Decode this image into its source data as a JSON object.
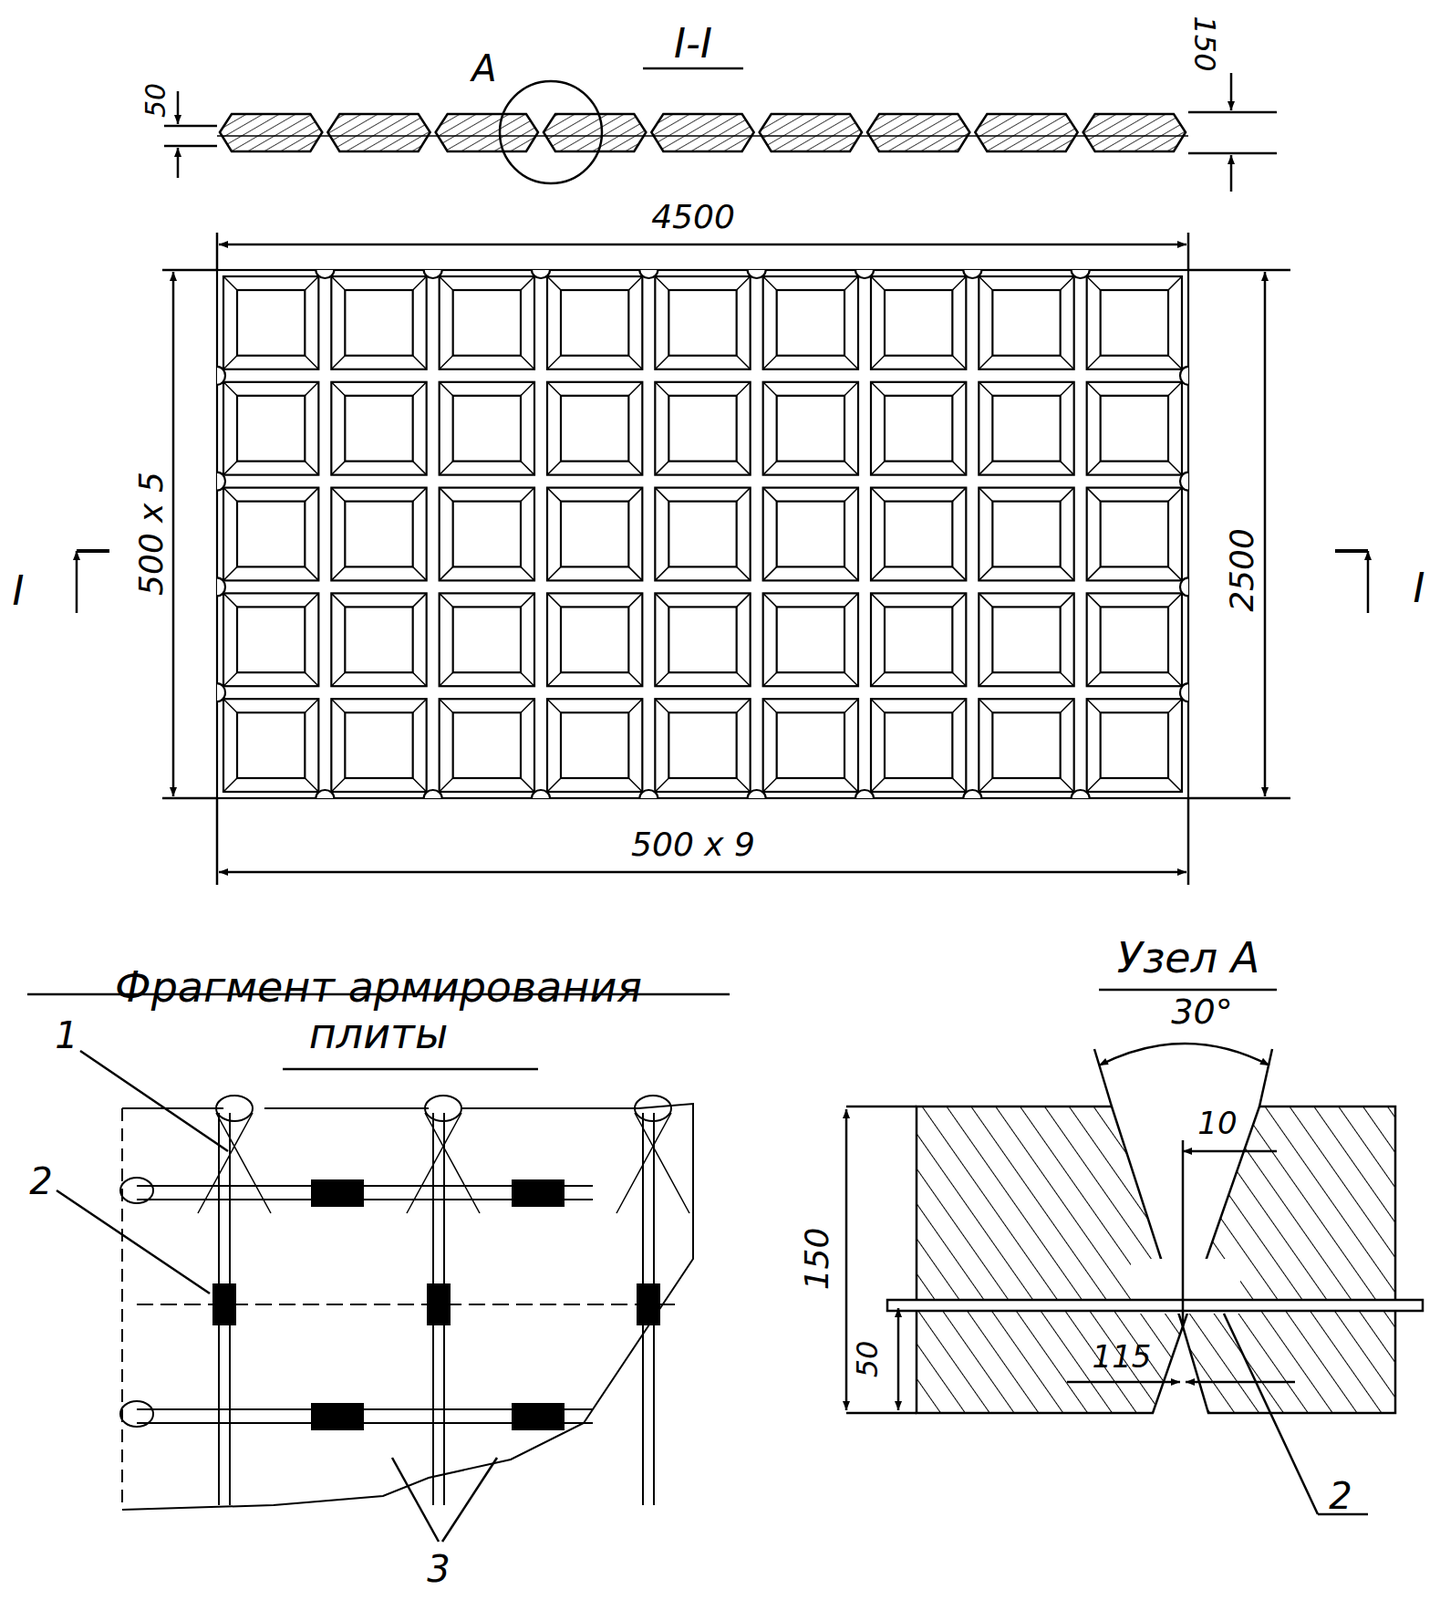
{
  "diagram": {
    "labels": [
      "I-I",
      "A",
      "50",
      "150",
      "4500",
      "500 x 5",
      "2500",
      "I",
      "I",
      "500 x 9",
      "Фрагмент армирования плиты",
      "Узел А",
      "1",
      "2",
      "3",
      "30°",
      "10",
      "150",
      "50",
      "115",
      "2"
    ]
  }
}
